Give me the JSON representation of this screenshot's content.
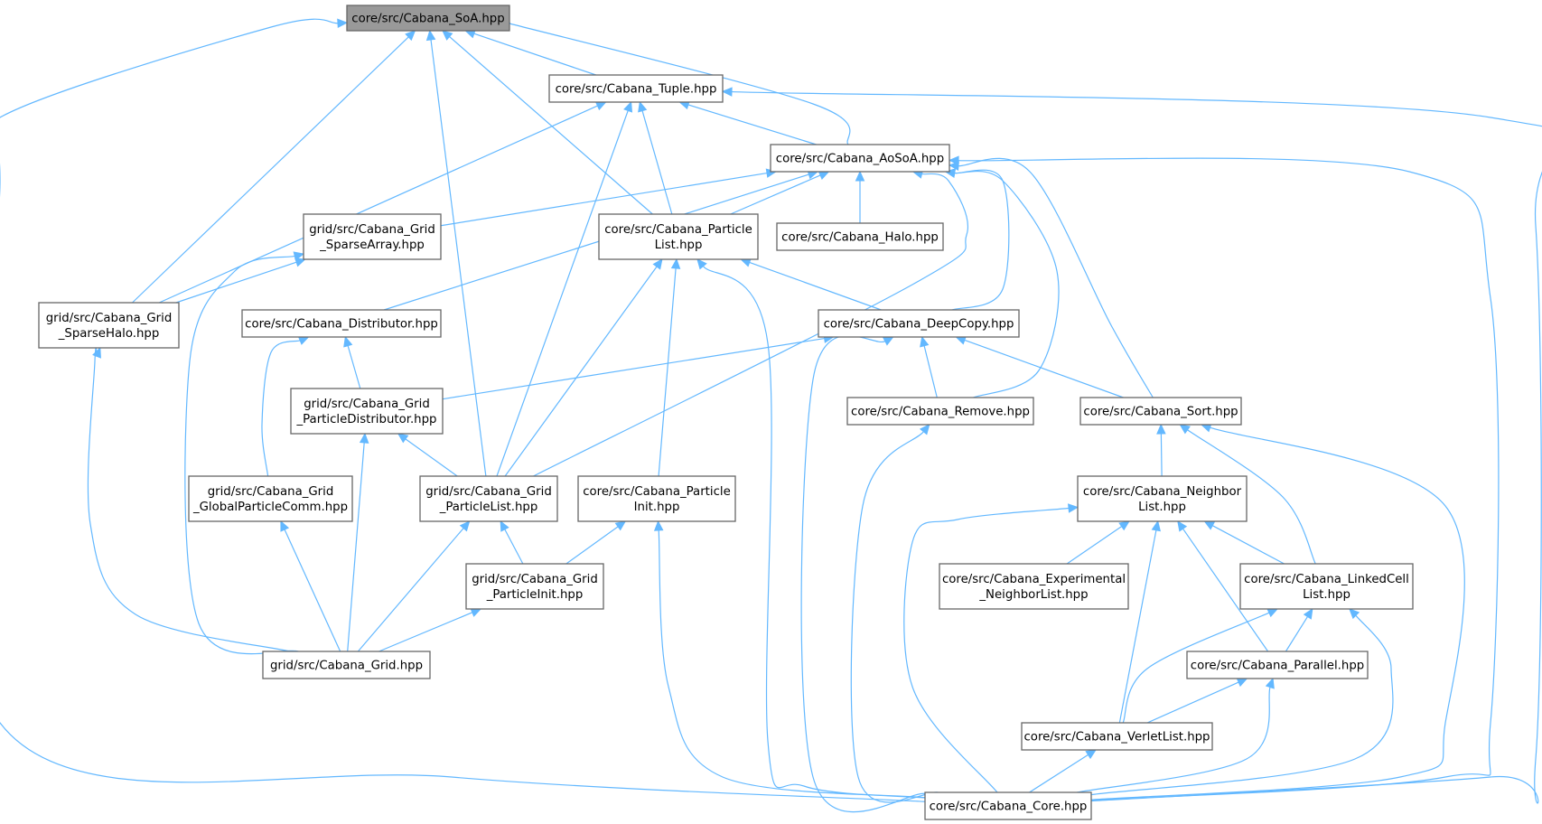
{
  "colors": {
    "edge": "#63b8ff",
    "node_border": "#666666",
    "node_fill": "#ffffff",
    "root_fill": "#999999"
  },
  "nodes": [
    {
      "id": "soa",
      "lines": [
        "core/src/Cabana_SoA.hpp"
      ],
      "root": true
    },
    {
      "id": "tuple",
      "lines": [
        "core/src/Cabana_Tuple.hpp"
      ]
    },
    {
      "id": "aosoa",
      "lines": [
        "core/src/Cabana_AoSoA.hpp"
      ]
    },
    {
      "id": "sparsearray",
      "lines": [
        "grid/src/Cabana_Grid",
        "_SparseArray.hpp"
      ]
    },
    {
      "id": "particlelist",
      "lines": [
        "core/src/Cabana_Particle",
        "List.hpp"
      ]
    },
    {
      "id": "halo",
      "lines": [
        "core/src/Cabana_Halo.hpp"
      ]
    },
    {
      "id": "sparsehalo",
      "lines": [
        "grid/src/Cabana_Grid",
        "_SparseHalo.hpp"
      ]
    },
    {
      "id": "distributor",
      "lines": [
        "core/src/Cabana_Distributor.hpp"
      ]
    },
    {
      "id": "deepcopy",
      "lines": [
        "core/src/Cabana_DeepCopy.hpp"
      ]
    },
    {
      "id": "gparticledistributor",
      "lines": [
        "grid/src/Cabana_Grid",
        "_ParticleDistributor.hpp"
      ]
    },
    {
      "id": "remove",
      "lines": [
        "core/src/Cabana_Remove.hpp"
      ]
    },
    {
      "id": "sort",
      "lines": [
        "core/src/Cabana_Sort.hpp"
      ]
    },
    {
      "id": "globalparticlecomm",
      "lines": [
        "grid/src/Cabana_Grid",
        "_GlobalParticleComm.hpp"
      ]
    },
    {
      "id": "gparticlelist",
      "lines": [
        "grid/src/Cabana_Grid",
        "_ParticleList.hpp"
      ]
    },
    {
      "id": "particleinit",
      "lines": [
        "core/src/Cabana_Particle",
        "Init.hpp"
      ]
    },
    {
      "id": "neighborlist",
      "lines": [
        "core/src/Cabana_Neighbor",
        "List.hpp"
      ]
    },
    {
      "id": "gparticleinit",
      "lines": [
        "grid/src/Cabana_Grid",
        "_ParticleInit.hpp"
      ]
    },
    {
      "id": "experimental",
      "lines": [
        "core/src/Cabana_Experimental",
        "_NeighborList.hpp"
      ]
    },
    {
      "id": "linkedcell",
      "lines": [
        "core/src/Cabana_LinkedCell",
        "List.hpp"
      ]
    },
    {
      "id": "grid",
      "lines": [
        "grid/src/Cabana_Grid.hpp"
      ]
    },
    {
      "id": "parallel",
      "lines": [
        "core/src/Cabana_Parallel.hpp"
      ]
    },
    {
      "id": "verletlist",
      "lines": [
        "core/src/Cabana_VerletList.hpp"
      ]
    },
    {
      "id": "core",
      "lines": [
        "core/src/Cabana_Core.hpp"
      ]
    }
  ]
}
